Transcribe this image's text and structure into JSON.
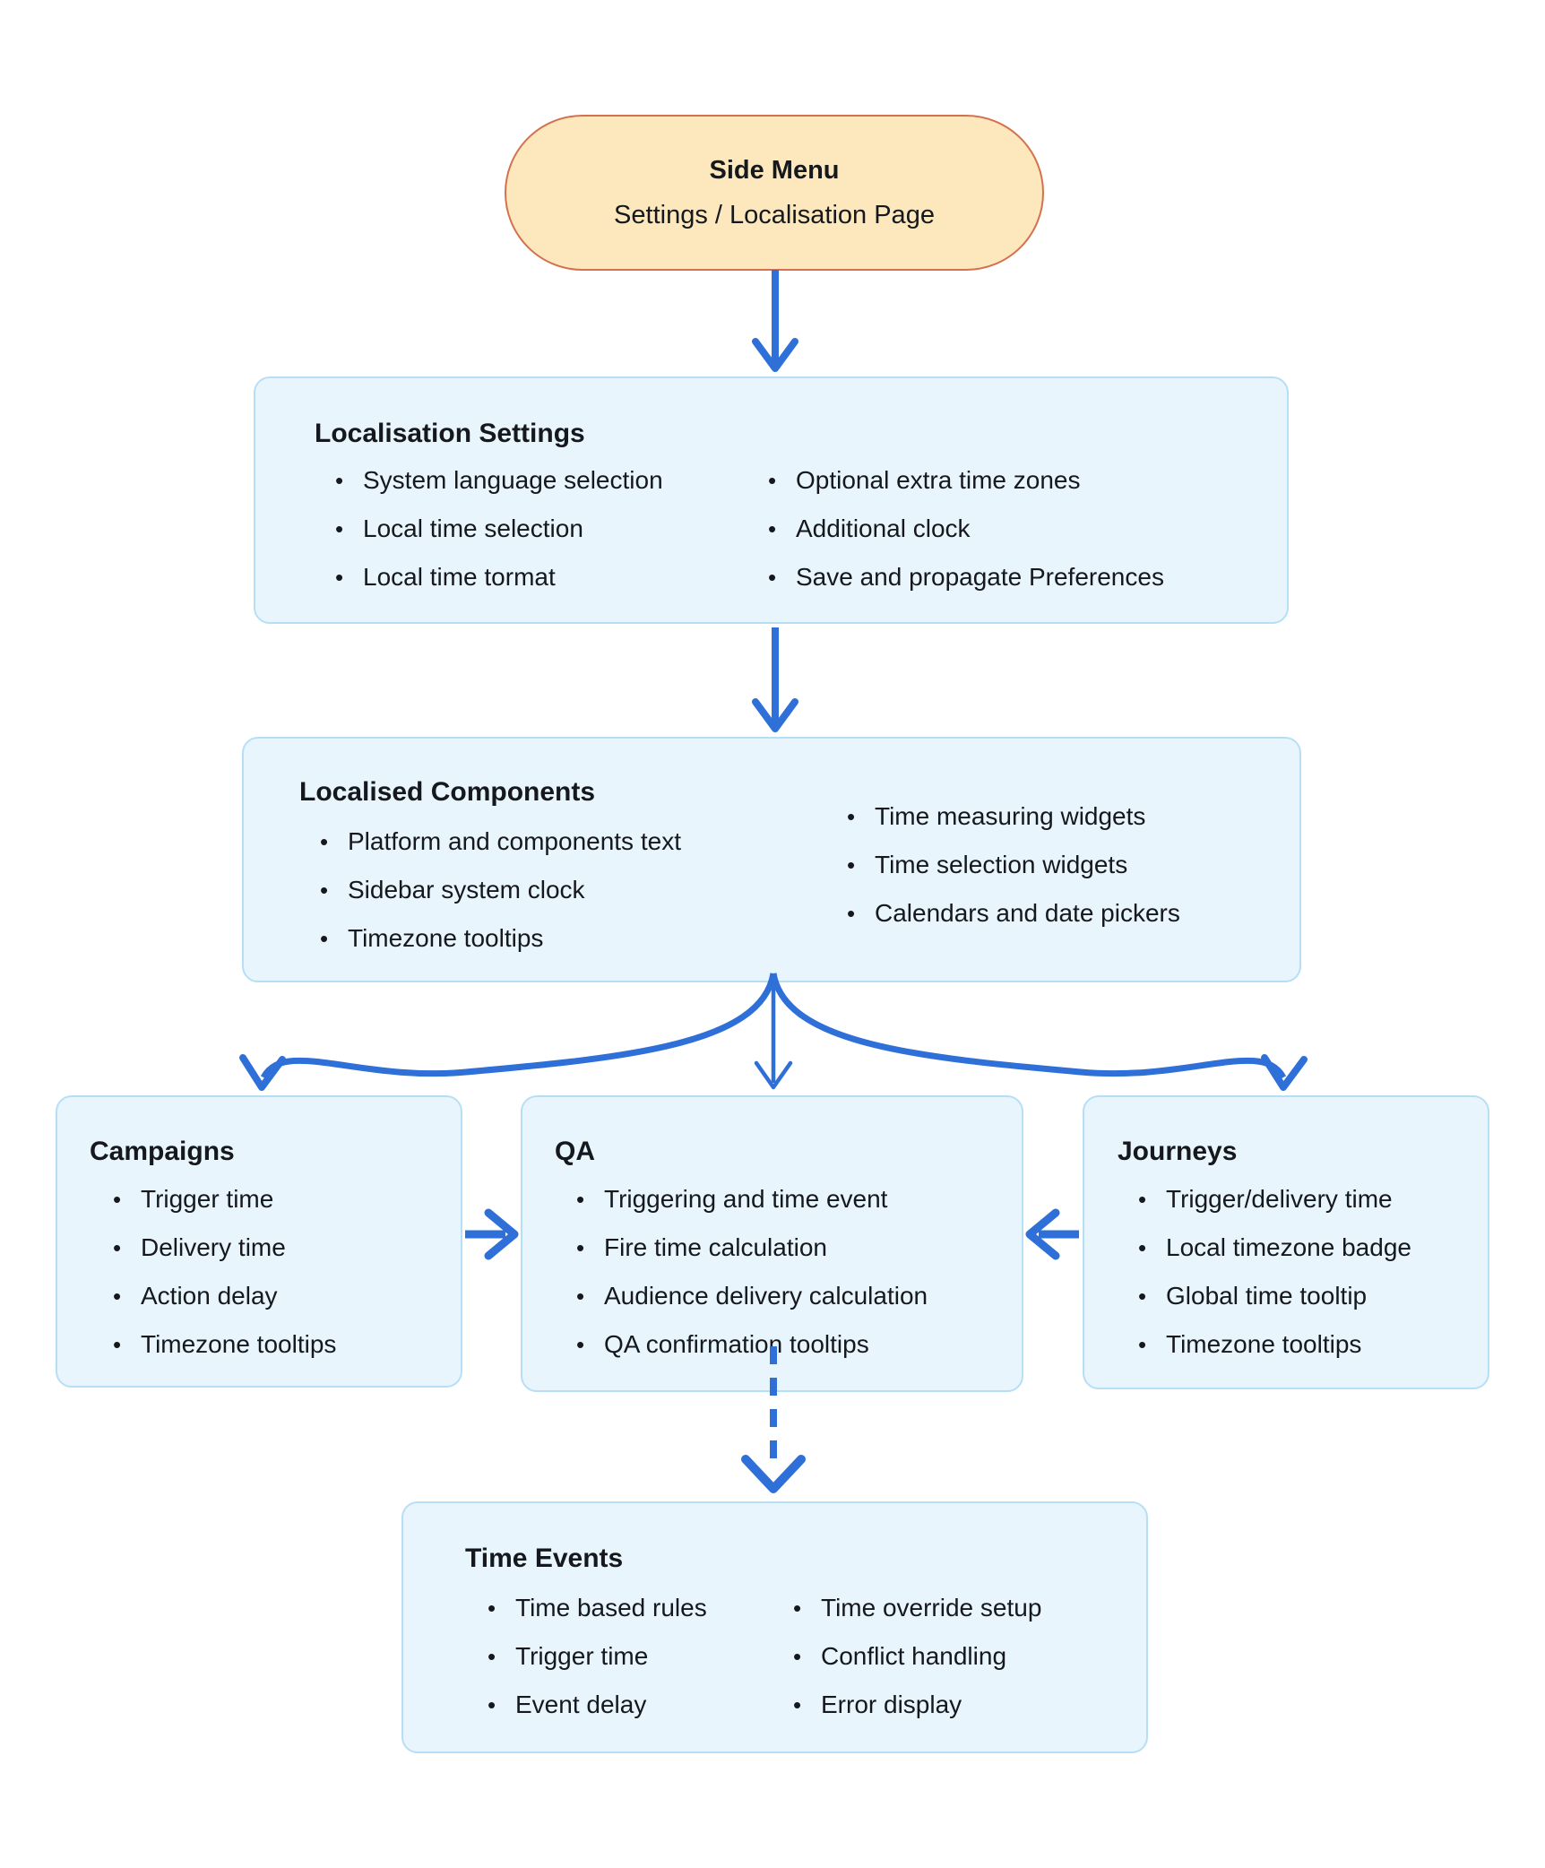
{
  "palette": {
    "arrow": "#2E6FD8",
    "node-fill": "#E9F5FD",
    "node-border": "#B6DFF5",
    "pill-fill": "#FCE8BC",
    "pill-border": "#D4714F",
    "text": "#15181D"
  },
  "side_menu": {
    "title": "Side Menu",
    "subtitle": "Settings / Localisation Page"
  },
  "localisation_settings": {
    "title": "Localisation Settings",
    "col1": [
      "System language selection",
      "Local time selection",
      "Local time tormat"
    ],
    "col2": [
      "Optional extra time zones",
      "Additional clock",
      "Save and propagate Preferences"
    ]
  },
  "localised_components": {
    "title": "Localised Components",
    "col1": [
      "Platform and components text",
      "Sidebar system clock",
      "Timezone tooltips"
    ],
    "col2": [
      "Time measuring widgets",
      "Time selection widgets",
      "Calendars and date pickers"
    ]
  },
  "campaigns": {
    "title": "Campaigns",
    "items": [
      "Trigger time",
      "Delivery time",
      "Action delay",
      "Timezone tooltips"
    ]
  },
  "qa": {
    "title": "QA",
    "items": [
      "Triggering and time event",
      "Fire time calculation",
      "Audience delivery calculation",
      "QA confirmation tooltips"
    ]
  },
  "journeys": {
    "title": "Journeys",
    "items": [
      "Trigger/delivery time",
      "Local timezone badge",
      "Global time tooltip",
      "Timezone tooltips"
    ]
  },
  "time_events": {
    "title": "Time Events",
    "col1": [
      "Time based rules",
      "Trigger time",
      "Event delay"
    ],
    "col2": [
      "Time override setup",
      "Conflict handling",
      "Error display"
    ]
  }
}
